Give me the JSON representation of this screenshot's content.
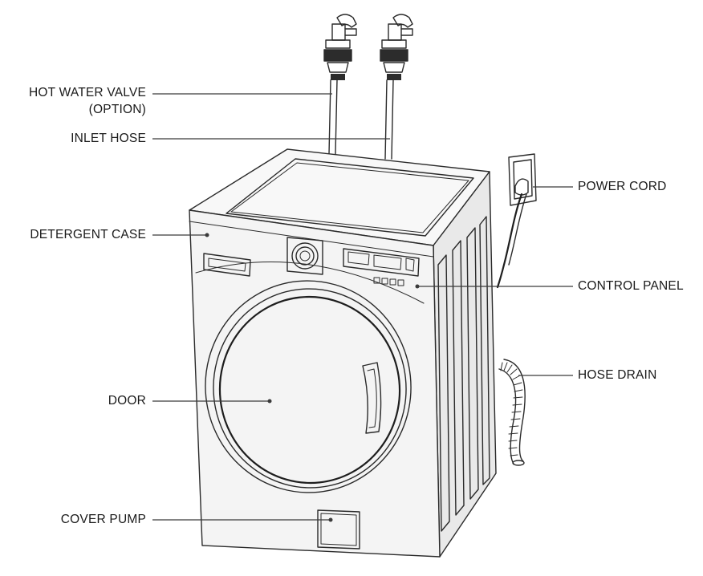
{
  "labels": {
    "hot_water_valve_line1": "HOT WATER VALVE",
    "hot_water_valve_line2": "(OPTION)",
    "inlet_hose": "INLET HOSE",
    "detergent_case": "DETERGENT CASE",
    "door": "DOOR",
    "cover_pump": "COVER PUMP",
    "power_cord": "POWER CORD",
    "control_panel": "CONTROL PANEL",
    "hose_drain": "HOSE DRAIN"
  },
  "colors": {
    "line": "#2a2a2a",
    "text": "#1a1a1a",
    "background": "#ffffff"
  }
}
